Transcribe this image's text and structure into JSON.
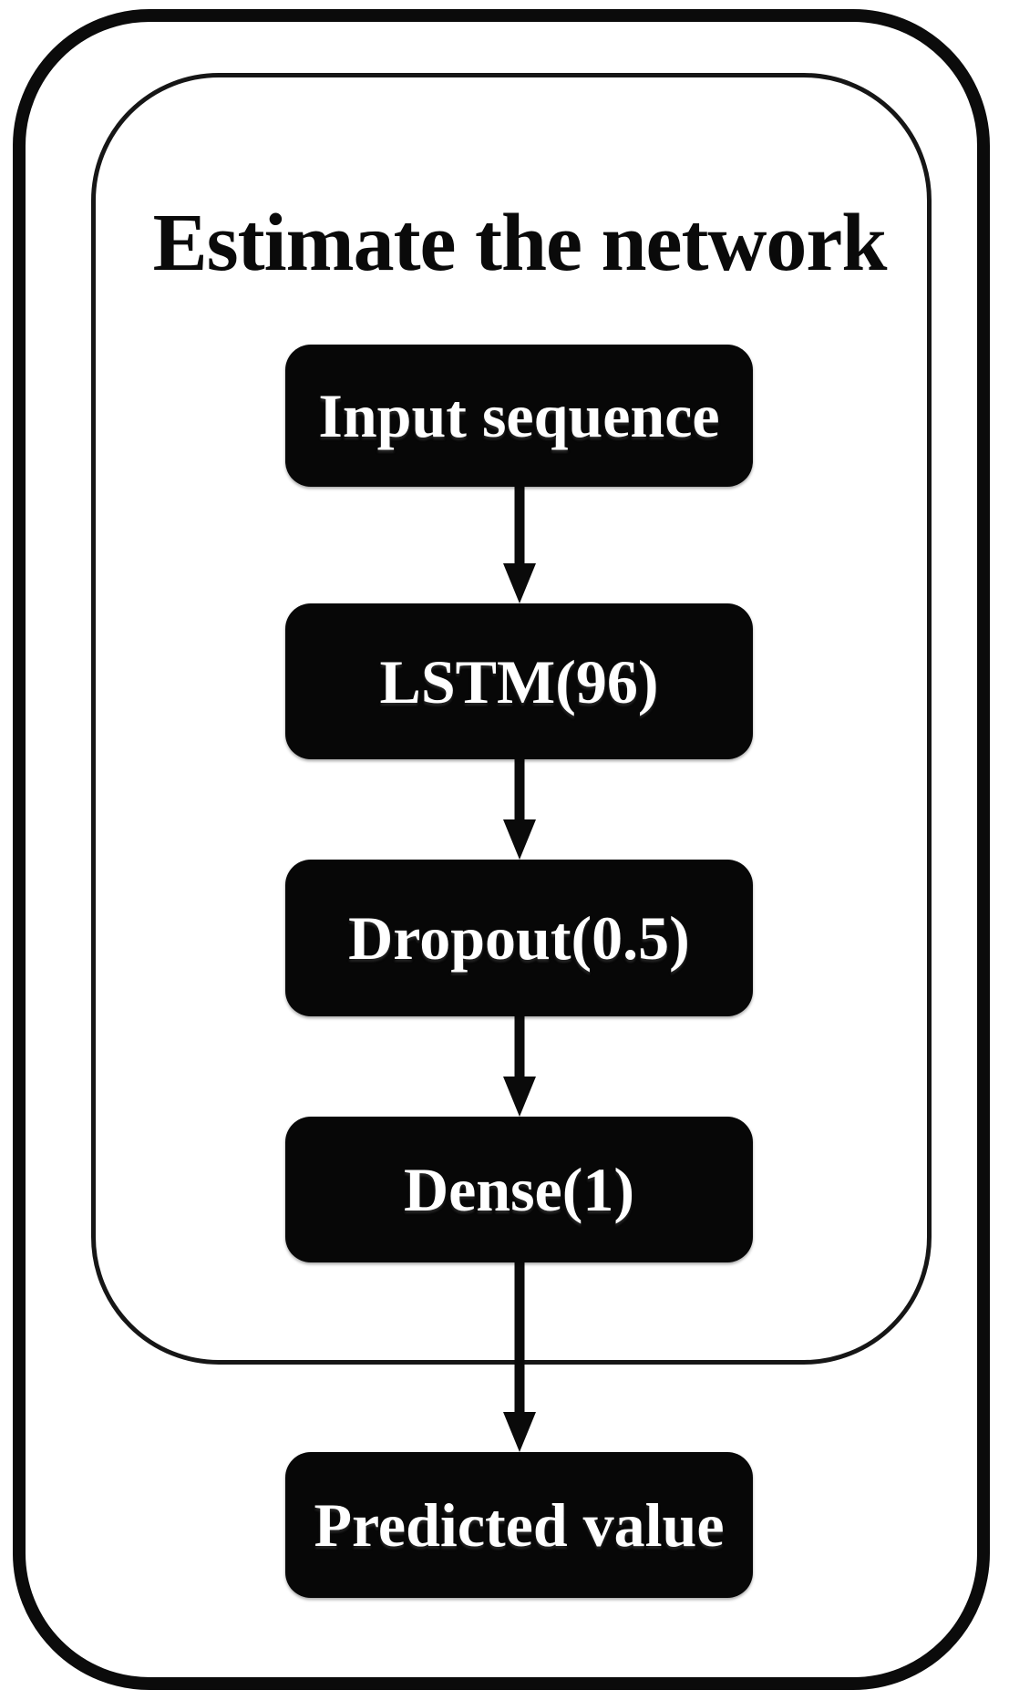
{
  "diagram": {
    "title": "Estimate the network",
    "nodes": [
      {
        "id": "input",
        "label": "Input sequence"
      },
      {
        "id": "lstm",
        "label": "LSTM(96)"
      },
      {
        "id": "dropout",
        "label": "Dropout(0.5)"
      },
      {
        "id": "dense",
        "label": "Dense(1)"
      },
      {
        "id": "predicted",
        "label": "Predicted value"
      }
    ],
    "edges": [
      {
        "from": "input",
        "to": "lstm",
        "style": "down-arrow"
      },
      {
        "from": "lstm",
        "to": "dropout",
        "style": "down-arrow"
      },
      {
        "from": "dropout",
        "to": "dense",
        "style": "down-arrow"
      },
      {
        "from": "dense",
        "to": "predicted",
        "style": "down-arrow"
      }
    ],
    "colors": {
      "background": "#ffffff",
      "frame_stroke": "#0b0b0b",
      "node_fill": "#070707",
      "node_text": "#ffffff",
      "arrow": "#0a0a0a"
    }
  }
}
